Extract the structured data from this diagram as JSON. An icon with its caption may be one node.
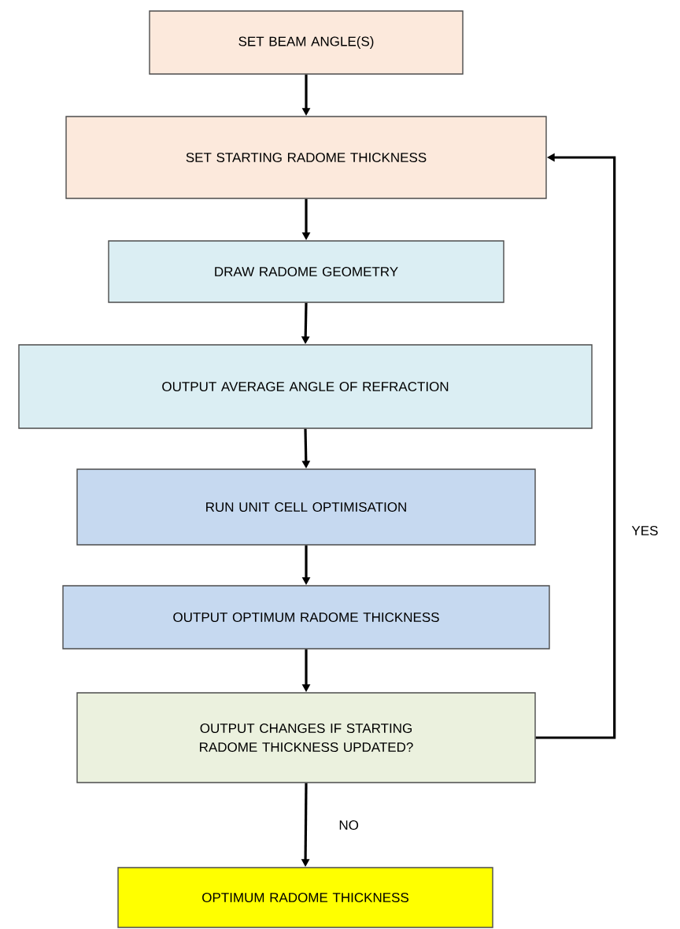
{
  "diagram": {
    "nodes": [
      {
        "text": [
          "SET BEAM ANGLE(S)"
        ]
      },
      {
        "text": [
          "SET STARTING RADOME THICKNESS"
        ]
      },
      {
        "text": [
          "DRAW RADOME GEOMETRY"
        ]
      },
      {
        "text": [
          "OUTPUT AVERAGE ANGLE OF REFRACTION"
        ]
      },
      {
        "text": [
          "RUN UNIT CELL OPTIMISATION"
        ]
      },
      {
        "text": [
          "OUTPUT OPTIMUM RADOME THICKNESS"
        ]
      },
      {
        "text": [
          "OUTPUT CHANGES IF STARTING RADOME THICKNESS UPDATED?"
        ]
      },
      {
        "text": [
          "OPTIMUM RADOME THICKNESS"
        ]
      }
    ],
    "edges": [
      {
        "from": 0,
        "to": 1,
        "arrow": "to"
      },
      {
        "from": 1,
        "to": 2,
        "arrow": "to"
      },
      {
        "from": 2,
        "to": 3,
        "arrow": "to"
      },
      {
        "from": 3,
        "to": 4,
        "arrow": "to"
      },
      {
        "from": 4,
        "to": 5,
        "arrow": "to"
      },
      {
        "from": 5,
        "to": 6,
        "arrow": "to"
      },
      {
        "from": 6,
        "to": 1,
        "arrow": "to",
        "label": "YES"
      },
      {
        "from": 6,
        "to": 7,
        "arrow": "to",
        "label": "NO"
      }
    ]
  }
}
